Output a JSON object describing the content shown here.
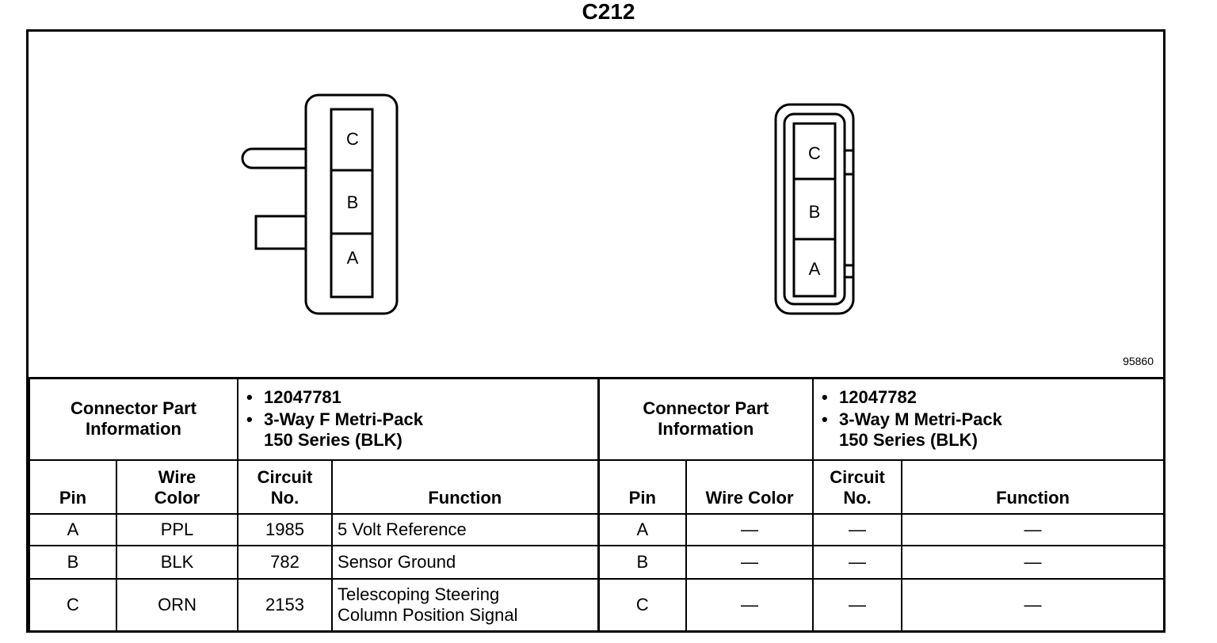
{
  "title": "C212",
  "figure_number": "95860",
  "connector_f": {
    "pins": [
      "C",
      "B",
      "A"
    ],
    "part_info_label": "Connector Part\nInformation",
    "part_number": "12047781",
    "description": "3-Way F Metri-Pack\n150 Series (BLK)"
  },
  "connector_m": {
    "pins": [
      "C",
      "B",
      "A"
    ],
    "part_info_label": "Connector Part\nInformation",
    "part_number": "12047782",
    "description": "3-Way M Metri-Pack\n150 Series (BLK)"
  },
  "headers_f": {
    "pin": "Pin",
    "wire_color": "Wire\nColor",
    "circuit": "Circuit\nNo.",
    "function": "Function"
  },
  "headers_m": {
    "pin": "Pin",
    "wire_color": "Wire Color",
    "circuit": "Circuit\nNo.",
    "function": "Function"
  },
  "rows": [
    {
      "pin": "A",
      "wire_color": "PPL",
      "circuit": "1985",
      "function": "5 Volt Reference",
      "m_pin": "A",
      "m_wire_color": "—",
      "m_circuit": "—",
      "m_function": "—"
    },
    {
      "pin": "B",
      "wire_color": "BLK",
      "circuit": "782",
      "function": "Sensor Ground",
      "m_pin": "B",
      "m_wire_color": "—",
      "m_circuit": "—",
      "m_function": "—"
    },
    {
      "pin": "C",
      "wire_color": "ORN",
      "circuit": "2153",
      "function": "Telescoping Steering\nColumn Position Signal",
      "m_pin": "C",
      "m_wire_color": "—",
      "m_circuit": "—",
      "m_function": "—"
    }
  ]
}
